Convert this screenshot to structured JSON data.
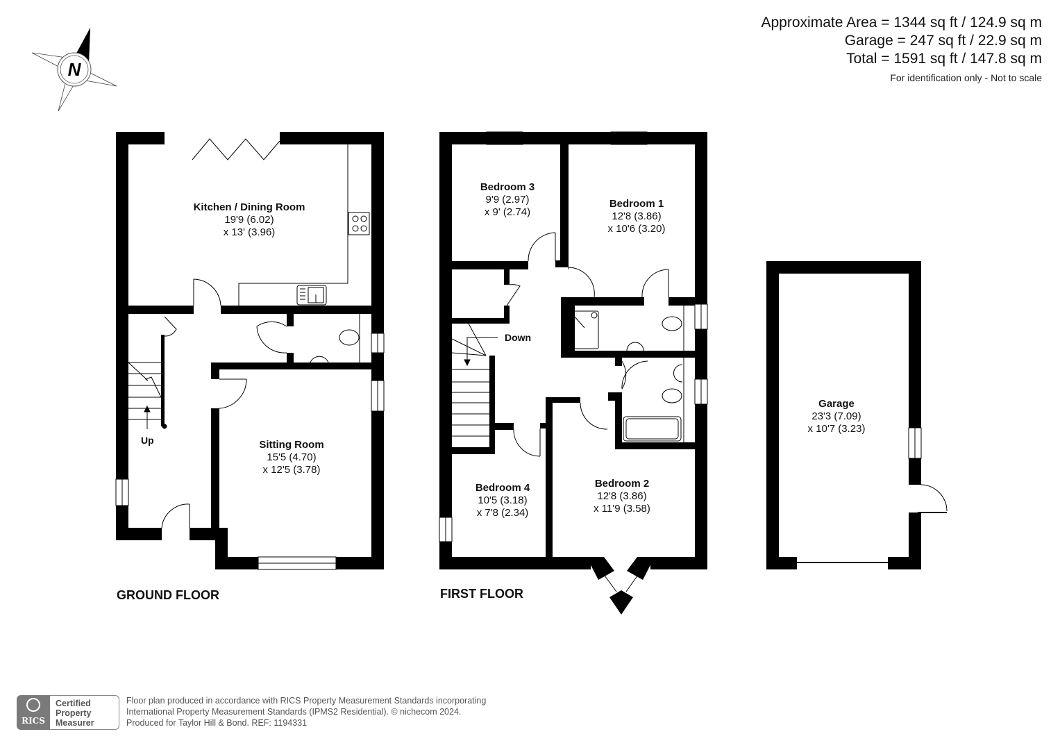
{
  "area_summary": {
    "approximate_area": "Approximate Area = 1344 sq ft / 124.9 sq m",
    "garage": "Garage = 247 sq ft / 22.9 sq m",
    "total": "Total = 1591 sq ft / 147.8 sq m",
    "note": "For identification only - Not to scale"
  },
  "compass": {
    "letter": "N",
    "icon": "north-compass-icon"
  },
  "floors": {
    "ground": {
      "label": "GROUND FLOOR",
      "stairs_label": "Up",
      "rooms": [
        {
          "name": "Kitchen / Dining Room",
          "dim1": "19'9 (6.02)",
          "dim2": "x 13' (3.96)"
        },
        {
          "name": "Sitting Room",
          "dim1": "15'5 (4.70)",
          "dim2": "x 12'5 (3.78)"
        }
      ]
    },
    "first": {
      "label": "FIRST FLOOR",
      "stairs_label": "Down",
      "rooms": [
        {
          "name": "Bedroom 3",
          "dim1": "9'9 (2.97)",
          "dim2": "x 9' (2.74)"
        },
        {
          "name": "Bedroom 1",
          "dim1": "12'8 (3.86)",
          "dim2": "x 10'6 (3.20)"
        },
        {
          "name": "Bedroom 4",
          "dim1": "10'5 (3.18)",
          "dim2": "x 7'8 (2.34)"
        },
        {
          "name": "Bedroom 2",
          "dim1": "12'8 (3.86)",
          "dim2": "x 11'9 (3.58)"
        }
      ]
    },
    "garage": {
      "rooms": [
        {
          "name": "Garage",
          "dim1": "23'3 (7.09)",
          "dim2": "x 10'7 (3.23)"
        }
      ]
    }
  },
  "footer": {
    "logo_text": "RICS",
    "cert_line1": "Certified",
    "cert_line2": "Property",
    "cert_line3": "Measurer",
    "line1": "Floor plan produced in accordance with RICS Property Measurement Standards incorporating",
    "line2": "International Property Measurement Standards (IPMS2 Residential).   © nichecom 2024.",
    "line3": "Produced for Taylor Hill & Bond.   REF:  1194331"
  },
  "colors": {
    "wall": "#000000",
    "background": "#ffffff",
    "text": "#111111",
    "footer_text": "#555555"
  }
}
